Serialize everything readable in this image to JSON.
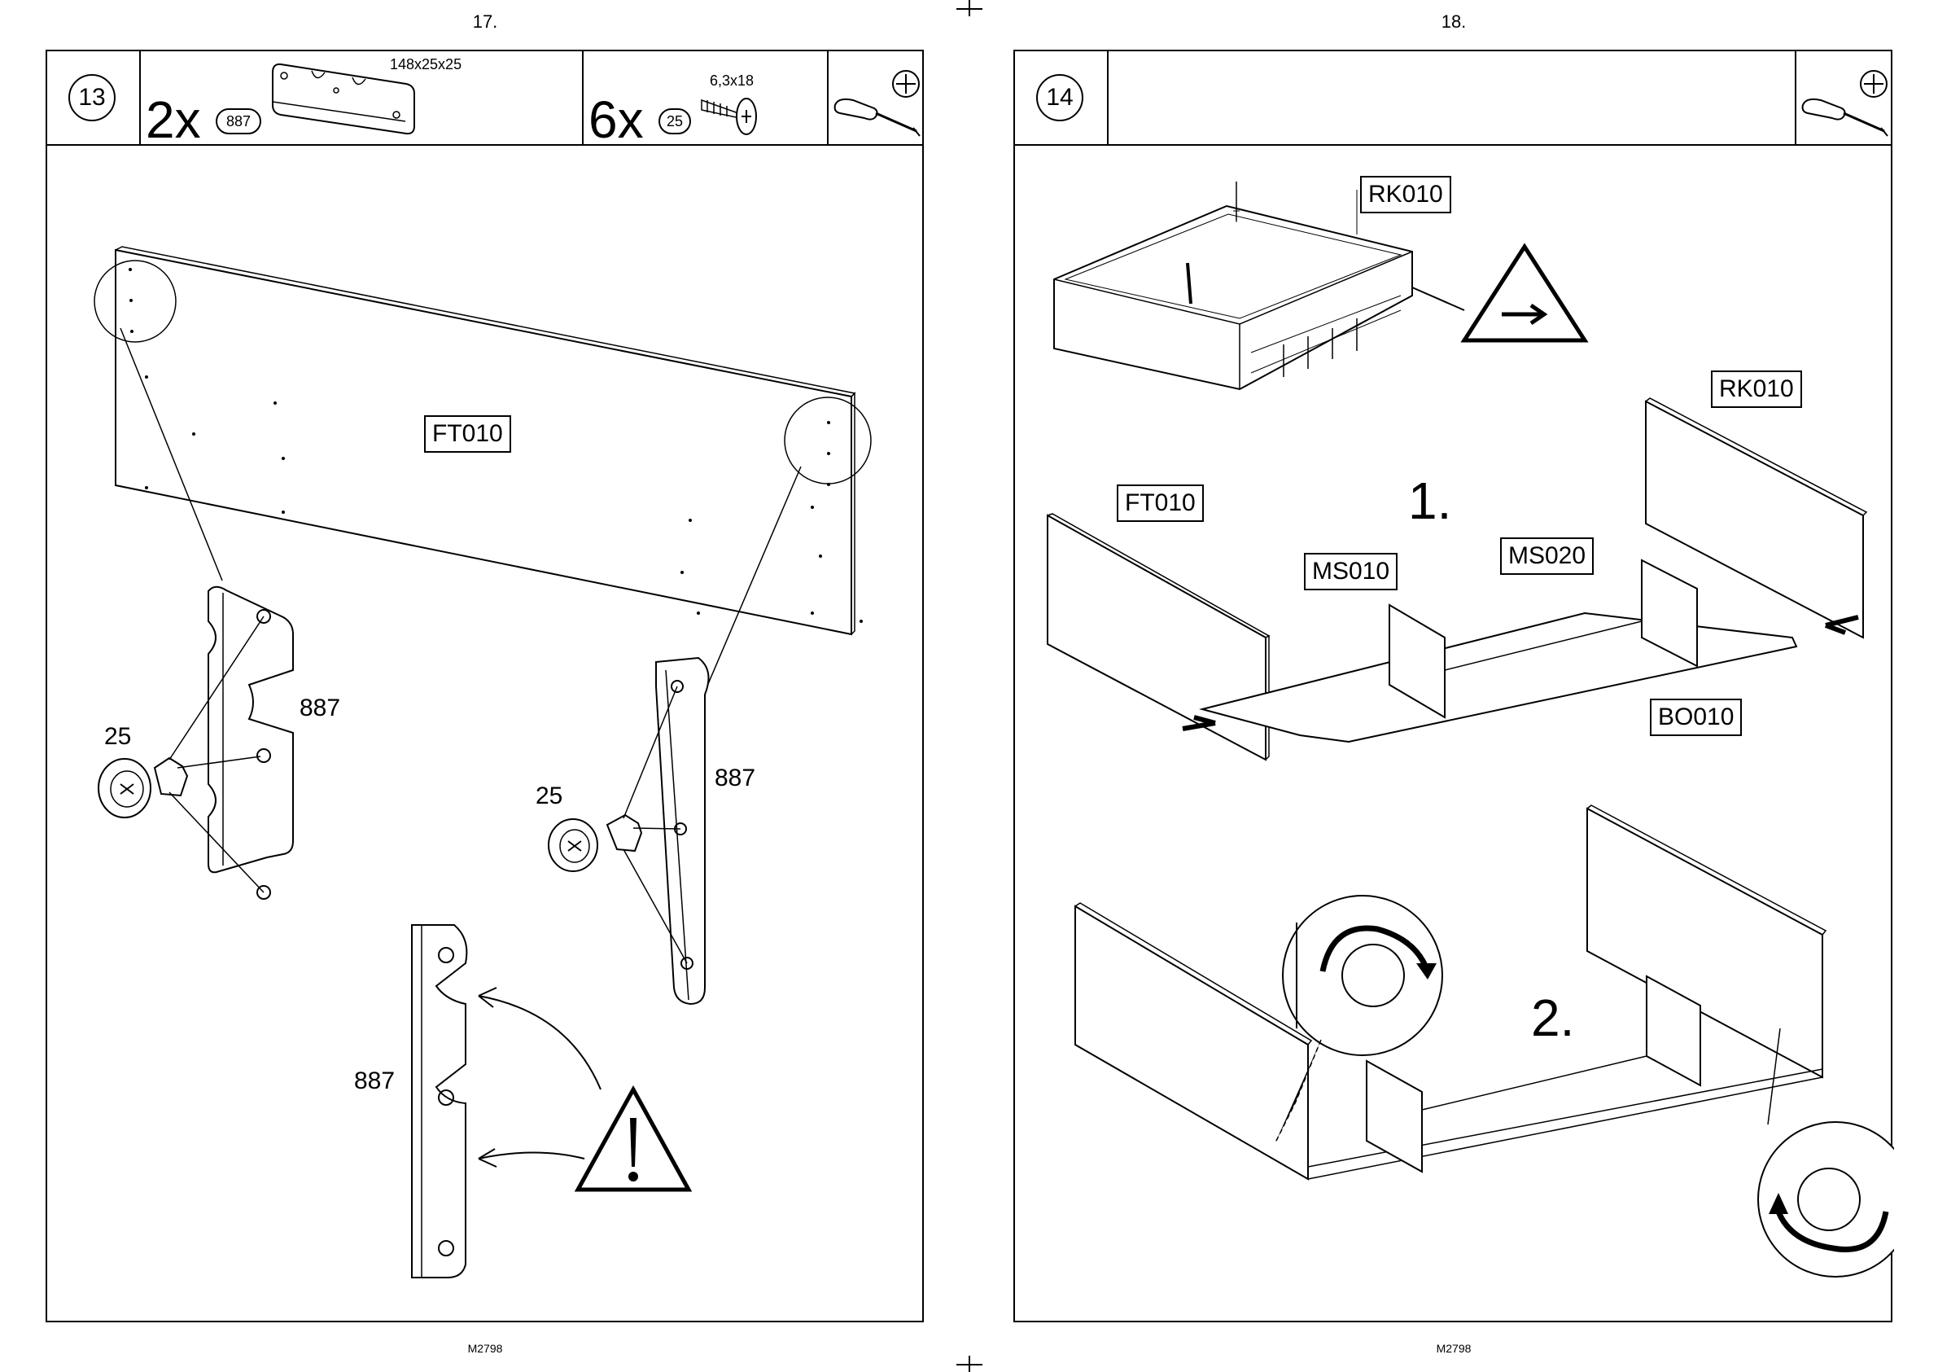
{
  "left_page": {
    "page_number": "17.",
    "footer": "M2798",
    "step": "13",
    "parts": [
      {
        "qty": "2x",
        "part_no": "887",
        "size": "148x25x25"
      },
      {
        "qty": "6x",
        "part_no": "25",
        "size": "6,3x18"
      }
    ],
    "panel_label": "FT010",
    "callouts": {
      "bracket_1": "887",
      "screw_1": "25",
      "bracket_2": "887",
      "screw_2": "25",
      "bracket_3": "887"
    },
    "tool_icons": [
      "screwdriver-icon",
      "phillips-head-icon"
    ]
  },
  "right_page": {
    "page_number": "18.",
    "footer": "M2798",
    "step": "14",
    "labels": {
      "top": "RK010",
      "back": "RK010",
      "front": "FT010",
      "ms1": "MS010",
      "ms2": "MS020",
      "bottom": "BO010"
    },
    "substeps": [
      "1.",
      "2."
    ],
    "tool_icons": [
      "screwdriver-icon",
      "phillips-head-icon"
    ]
  }
}
